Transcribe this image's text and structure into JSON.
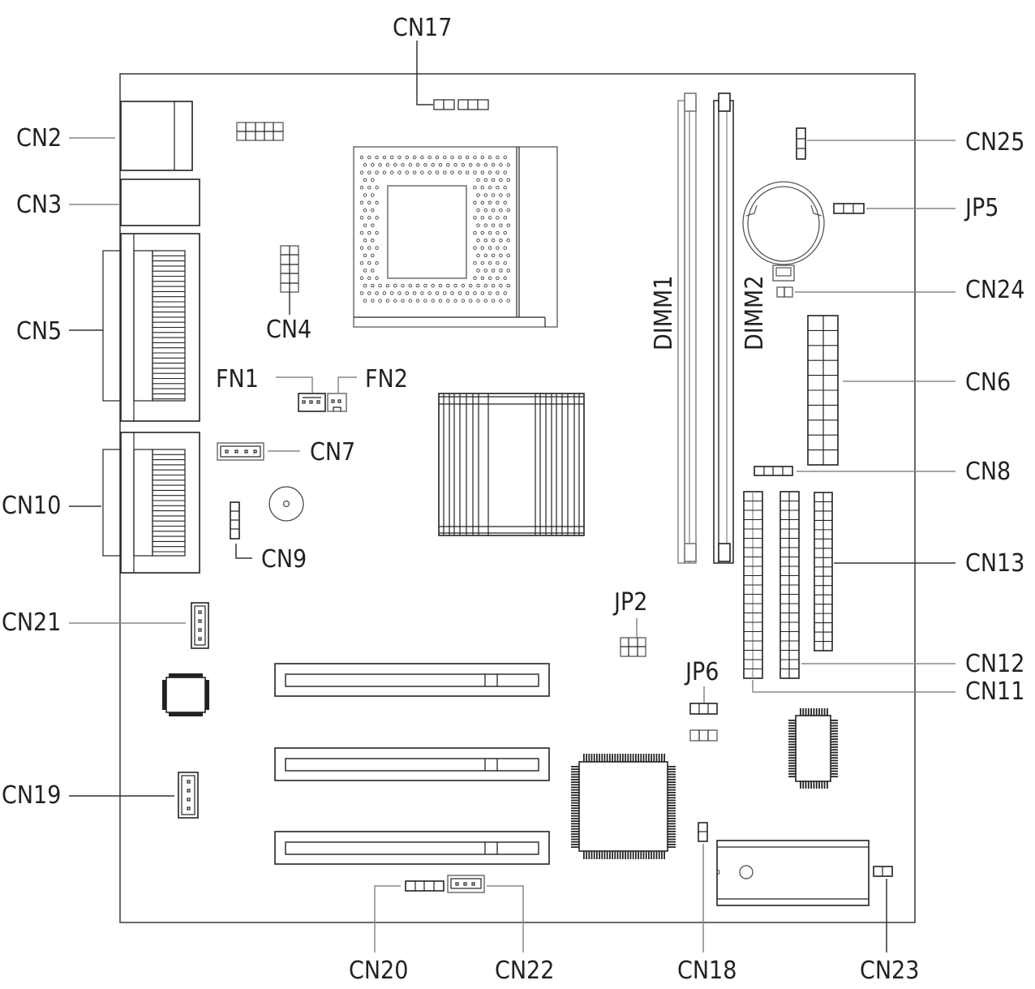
{
  "diagram": {
    "title": "Motherboard layout",
    "labels": {
      "cn17": "CN17",
      "cn2": "CN2",
      "cn3": "CN3",
      "cn5": "CN5",
      "cn4": "CN4",
      "fn1": "FN1",
      "fn2": "FN2",
      "cn7": "CN7",
      "cn10": "CN10",
      "cn9": "CN9",
      "cn21": "CN21",
      "cn19": "CN19",
      "cn20": "CN20",
      "cn22": "CN22",
      "cn18": "CN18",
      "cn23": "CN23",
      "cn25": "CN25",
      "jp5": "JP5",
      "cn24": "CN24",
      "cn6": "CN6",
      "cn8": "CN8",
      "cn13": "CN13",
      "cn12": "CN12",
      "cn11": "CN11",
      "jp2": "JP2",
      "jp6": "JP6",
      "dimm1": "DIMM1",
      "dimm2": "DIMM2"
    },
    "components": [
      "CPU socket",
      "Northbridge heatsink",
      "DIMM slots (2)",
      "CMOS battery",
      "PCI slots (3)",
      "QFP chips (3)",
      "Buzzer",
      "Crystal/regulator"
    ]
  }
}
